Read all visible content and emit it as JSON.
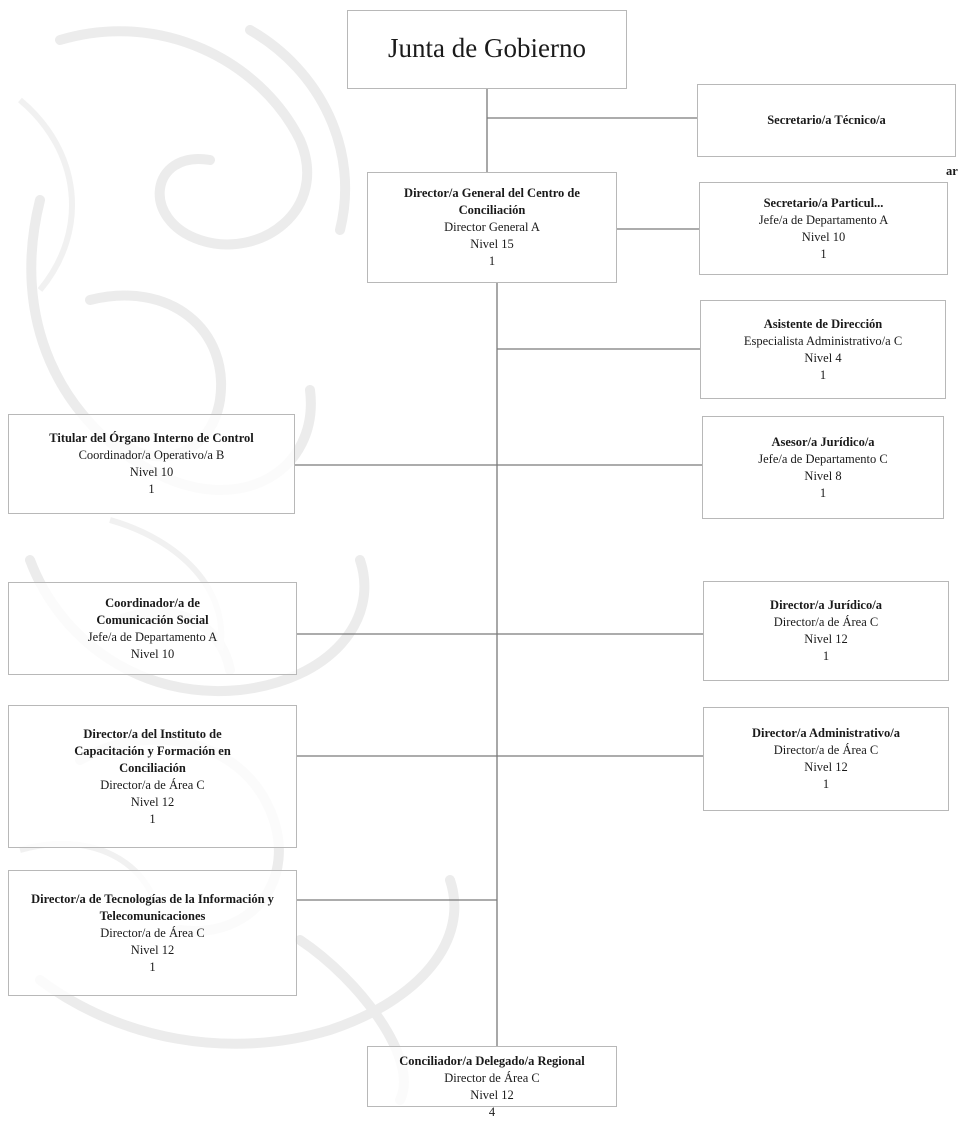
{
  "chart": {
    "top": {
      "title": "Junta de Gobierno"
    },
    "secretario_tecnico": {
      "title": "Secretario/a Técnico/a"
    },
    "director_general": {
      "title": "Director/a General del Centro de Conciliación",
      "rank": "Director General A",
      "level": "Nivel 15",
      "count": "1"
    },
    "secretario_particular": {
      "title": "Secretario/a Particul...",
      "overflow": "ar",
      "rank": "Jefe/a de Departamento A",
      "level": "Nivel 10",
      "count": "1"
    },
    "asistente": {
      "title": "Asistente de Dirección",
      "rank": "Especialista Administrativo/a C",
      "level": "Nivel 4",
      "count": "1"
    },
    "asesor": {
      "title": "Asesor/a Jurídico/a",
      "rank": "Jefe/a de Departamento C",
      "level": "Nivel 8",
      "count": "1"
    },
    "titular_oic": {
      "title": "Titular del Órgano Interno de Control",
      "rank": "Coordinador/a Operativo/a B",
      "level": "Nivel 10",
      "count": "1"
    },
    "comunicacion": {
      "title": "Coordinador/a de Comunicación Social",
      "rank": "Jefe/a de Departamento A",
      "level": "Nivel 10"
    },
    "juridico": {
      "title": "Director/a Jurídico/a",
      "rank": "Director/a de Área C",
      "level": "Nivel 12",
      "count": "1"
    },
    "instituto": {
      "title": "Director/a del Instituto de Capacitación y Formación en Conciliación",
      "rank": "Director/a de Área C",
      "level": "Nivel 12",
      "count": "1"
    },
    "administrativo": {
      "title": "Director/a Administrativo/a",
      "rank": "Director/a de Área C",
      "level": "Nivel 12",
      "count": "1"
    },
    "tecnologias": {
      "title": "Director/a de Tecnologías de la Información y Telecomunicaciones",
      "rank": "Director/a de Área C",
      "level": "Nivel 12",
      "count": "1"
    },
    "conciliador": {
      "title": "Conciliador/a Delegado/a Regional",
      "rank": "Director de Área C",
      "level": "Nivel 12",
      "count": "4"
    }
  }
}
